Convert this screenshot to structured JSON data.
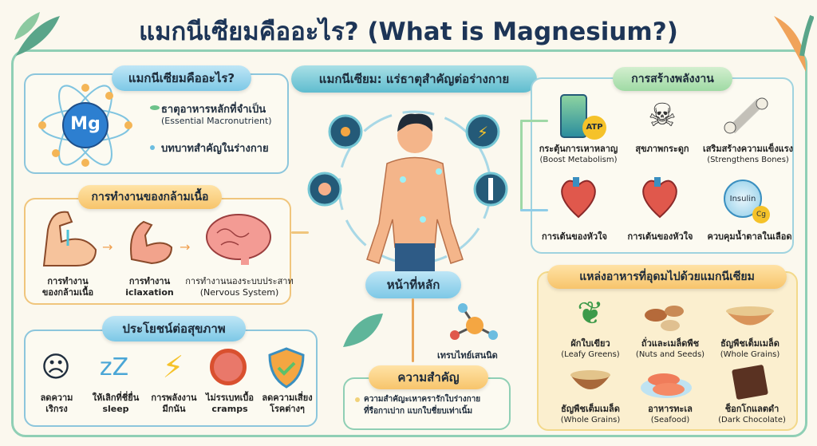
{
  "title": "แมกนีเซียมคืออะไร? (What is Magnesium?)",
  "what_is": {
    "header": "แมกนีเซียมคืออะไร?",
    "symbol": "Mg",
    "bullets": [
      {
        "th": "ธาตุอาหารหลักที่จำเป็น",
        "en": "(Essential Macronutrient)"
      },
      {
        "th": "บทบาทสำคัญในร่างกาย"
      }
    ]
  },
  "center": {
    "header": "แมกนีเซียม: แร่ธาตุสำคัญต่อร่างกาย",
    "main_function": "หน้าที่หลัก"
  },
  "muscle": {
    "header": "การทำงานของกล้ามเนื้อ",
    "items": [
      {
        "line1": "การทำงาน",
        "line2": "ของกล้ามเนื้อ"
      },
      {
        "line1": "การทำงาน",
        "line2": "iclaxation"
      },
      {
        "line1": "การทำงานนองระบบประสาท",
        "line2": "(Nervous System)"
      }
    ]
  },
  "benefits": {
    "header": "ประโยชน์ต่อสุขภาพ",
    "items": [
      {
        "line1": "ลดความ",
        "line2": "เริกรง"
      },
      {
        "line1": "ให้เลิกที่ชี่ยื่น",
        "line2": "sleep"
      },
      {
        "line1": "การพลังงาน",
        "line2": "มีกนัน"
      },
      {
        "line1": "ไม่รรเบทเบื้อ",
        "line2": "cramps"
      },
      {
        "line1": "ลดความเสี่ยง",
        "line2": "โรคต่างๆ"
      }
    ]
  },
  "energy": {
    "header": "การสร้างพลังงาน",
    "items": [
      {
        "th": "กระตุ้นการเหาหลาญ",
        "en": "(Boost Metabolism)",
        "icon": "battery-atp"
      },
      {
        "th": "สุขภาพกระดูก",
        "en": "",
        "icon": "skeleton"
      },
      {
        "th": "เสริมสร้างความแข็งแรง",
        "en": "(Strengthens Bones)",
        "icon": "bone"
      },
      {
        "th": "การเต้นของหัวใจ",
        "en": "",
        "icon": "heart"
      },
      {
        "th": "การเต้นของหัวใจ",
        "en": "",
        "icon": "heart"
      },
      {
        "th": "ควบคุมน้ำตาลในเลือด",
        "en": "",
        "icon": "insulin"
      }
    ],
    "atp": "ATP",
    "insulin": "Insulin",
    "cg": "Cg"
  },
  "molecule_label": "เทรบไทย์เสนนิด",
  "importance": {
    "header": "ความสำคัญ",
    "line1": "ความสำคัญะเหาครารักใบร่างกาย",
    "line2": "ที่รือกาเบ่าก แบกใบชี่ยบเท่าเนิ้ม"
  },
  "food": {
    "header": "แหล่งอาหารที่อุดมไปด้วยแมกนีเซียม",
    "items": [
      {
        "th": "ผักใบเขียว",
        "en": "(Leafy Greens)"
      },
      {
        "th": "ถั่วและเมล็ดพืช",
        "en": "(Nuts and Seeds)"
      },
      {
        "th": "ธัญพืชเต็มเมล็ด",
        "en": "(Whole Grains)"
      },
      {
        "th": "ธัญพืชเต็มเมล็ด",
        "en": "(Whole Grains)"
      },
      {
        "th": "อาหารทะเล",
        "en": "(Seafood)"
      },
      {
        "th": "ช็อกโกแลตดำ",
        "en": "(Dark Chocolate)"
      }
    ]
  },
  "colors": {
    "blue": "#7dc8e6",
    "orange": "#f7c46b",
    "green": "#9fdaa4",
    "frame": "#8fcfb5"
  }
}
